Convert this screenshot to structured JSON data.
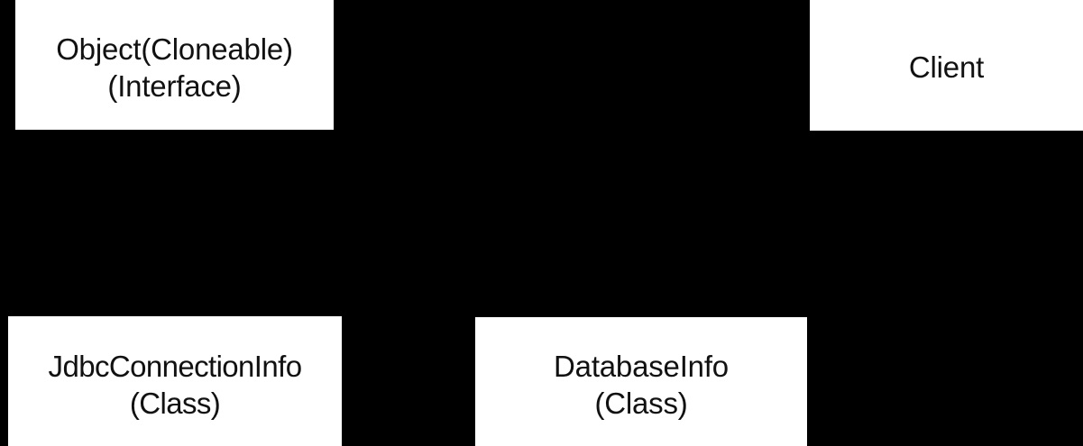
{
  "diagram": {
    "background_color": "#000000",
    "node_fill_color": "#ffffff",
    "node_text_color": "#111111",
    "nodes": [
      {
        "id": "object-cloneable",
        "line1": "Object(Cloneable)",
        "line2": "(Interface)"
      },
      {
        "id": "client",
        "line1": "Client",
        "line2": ""
      },
      {
        "id": "jdbc-connection-info",
        "line1": "JdbcConnectionInfo",
        "line2": "(Class)"
      },
      {
        "id": "database-info",
        "line1": "DatabaseInfo",
        "line2": "(Class)"
      }
    ]
  }
}
